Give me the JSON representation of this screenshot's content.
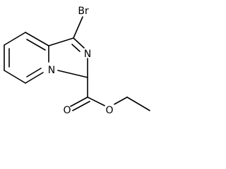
{
  "molecule": {
    "atom_labels": {
      "bromine": "Br",
      "imidazole_nitrogen": "N",
      "bridgehead_nitrogen": "N",
      "carbonyl_oxygen": "O",
      "ester_oxygen": "O"
    }
  },
  "colors": {
    "bond": "#000000",
    "text": "#000000",
    "background": "#ffffff"
  }
}
